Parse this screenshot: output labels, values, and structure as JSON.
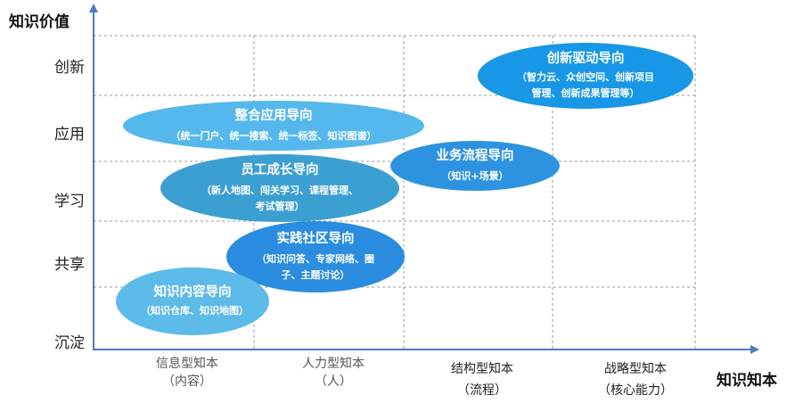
{
  "axes": {
    "y_title": "知识价值",
    "x_title": "知识知本",
    "y_levels": [
      "创新",
      "应用",
      "学习",
      "共享",
      "沉淀"
    ],
    "x_categories": [
      {
        "name": "信息型知本",
        "sub": "（内容）"
      },
      {
        "name": "人力型知本",
        "sub": "（人）"
      },
      {
        "name": "结构型知本",
        "sub": "（流程）"
      },
      {
        "name": "战略型知本",
        "sub": "（核心能力）"
      }
    ]
  },
  "bubbles": [
    {
      "title": "创新驱动导向",
      "desc": "（智力云、众创空间、创新项目管理、创新成果管理等）",
      "color": "#1797e6"
    },
    {
      "title": "整合应用导向",
      "desc": "（统一门户、统一搜索、统一标签、知识图谱）",
      "color": "#55b8ec"
    },
    {
      "title": "业务流程导向",
      "desc": "（知识+场景）",
      "color": "#2d93e0"
    },
    {
      "title": "员工成长导向",
      "desc": "（新人地图、闯关学习、课程管理、考试管理）",
      "color": "#3c9fd2"
    },
    {
      "title": "实践社区导向",
      "desc": "（知识问答、专家网络、圈子、主题讨论）",
      "color": "#2a8de0"
    },
    {
      "title": "知识内容导向",
      "desc": "（知识仓库、知识地图）",
      "color": "#5cbbe8"
    }
  ],
  "colors": {
    "axis": "#4a7bc0",
    "grid": "#9a9a9a"
  }
}
